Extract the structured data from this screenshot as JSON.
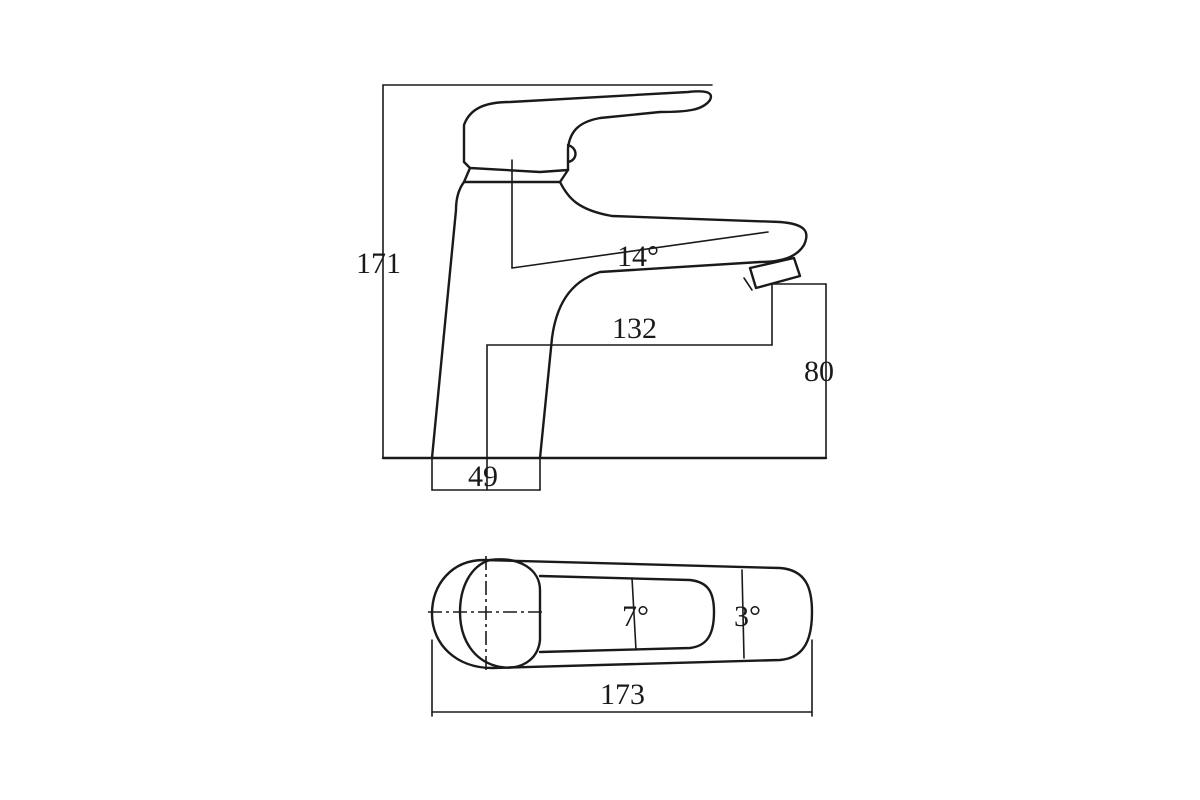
{
  "dimensions": {
    "total_height": "171",
    "angle_handle": "14°",
    "spout_reach": "132",
    "spout_height": "80",
    "base_diameter": "49",
    "angle_top_left": "7°",
    "angle_top_right": "3°",
    "total_length": "173"
  },
  "colors": {
    "line": "#1a1a1a",
    "background": "#ffffff"
  }
}
